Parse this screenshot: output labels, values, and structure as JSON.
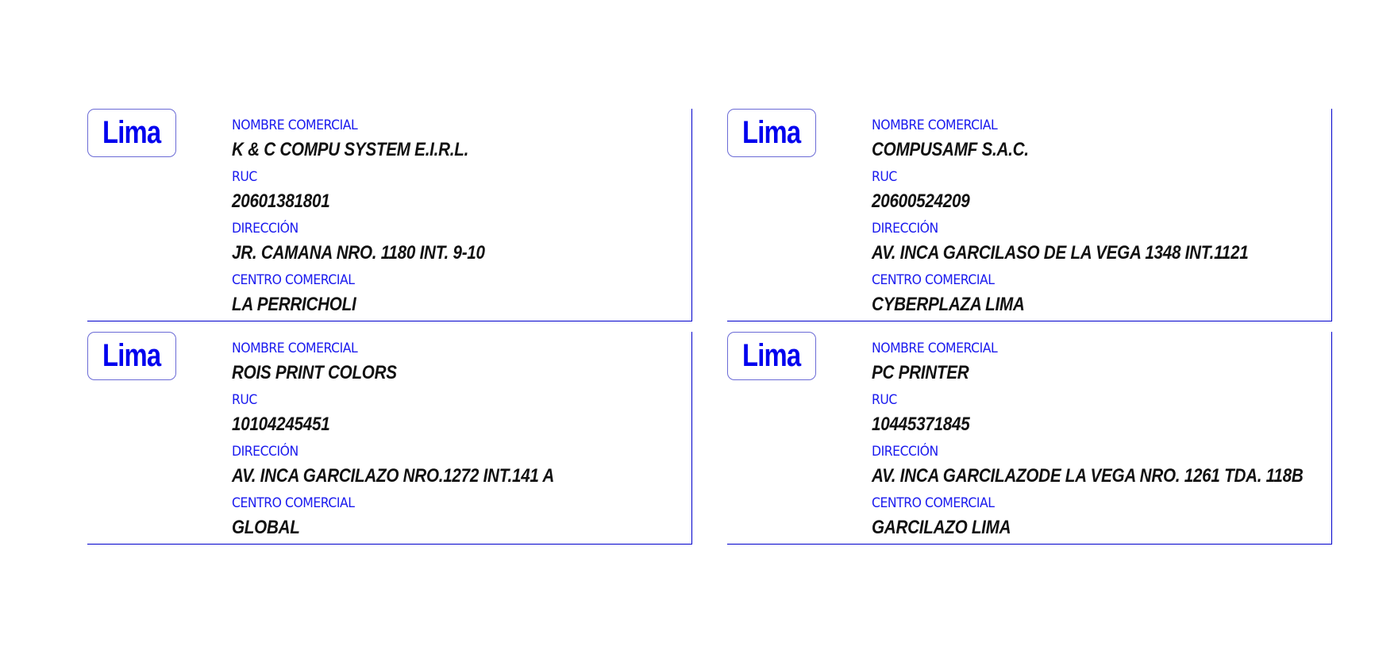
{
  "labels": {
    "nombre": "NOMBRE COMERCIAL",
    "ruc": "RUC",
    "direccion": "DIRECCIÓN",
    "centro": "CENTRO COMERCIAL"
  },
  "badge_text": "Lima",
  "colors": {
    "accent": "#0000ee",
    "border": "#0000cc",
    "value_text": "#111111"
  },
  "cards": [
    {
      "nombre_comercial": "K & C COMPU SYSTEM E.I.R.L.",
      "ruc": "20601381801",
      "direccion": "JR. CAMANA NRO. 1180 INT. 9-10",
      "centro_comercial": "LA PERRICHOLI"
    },
    {
      "nombre_comercial": "COMPUSAMF S.A.C.",
      "ruc": "20600524209",
      "direccion": "AV. INCA GARCILASO DE LA VEGA 1348 INT.1121",
      "centro_comercial": "CYBERPLAZA LIMA"
    },
    {
      "nombre_comercial": "ROIS PRINT COLORS",
      "ruc": "10104245451",
      "direccion": "AV. INCA GARCILAZO NRO.1272 INT.141 A",
      "centro_comercial": "GLOBAL"
    },
    {
      "nombre_comercial": "PC PRINTER",
      "ruc": "10445371845",
      "direccion": "AV. INCA GARCILAZODE LA VEGA NRO. 1261 TDA. 118B",
      "centro_comercial": "GARCILAZO LIMA"
    }
  ]
}
